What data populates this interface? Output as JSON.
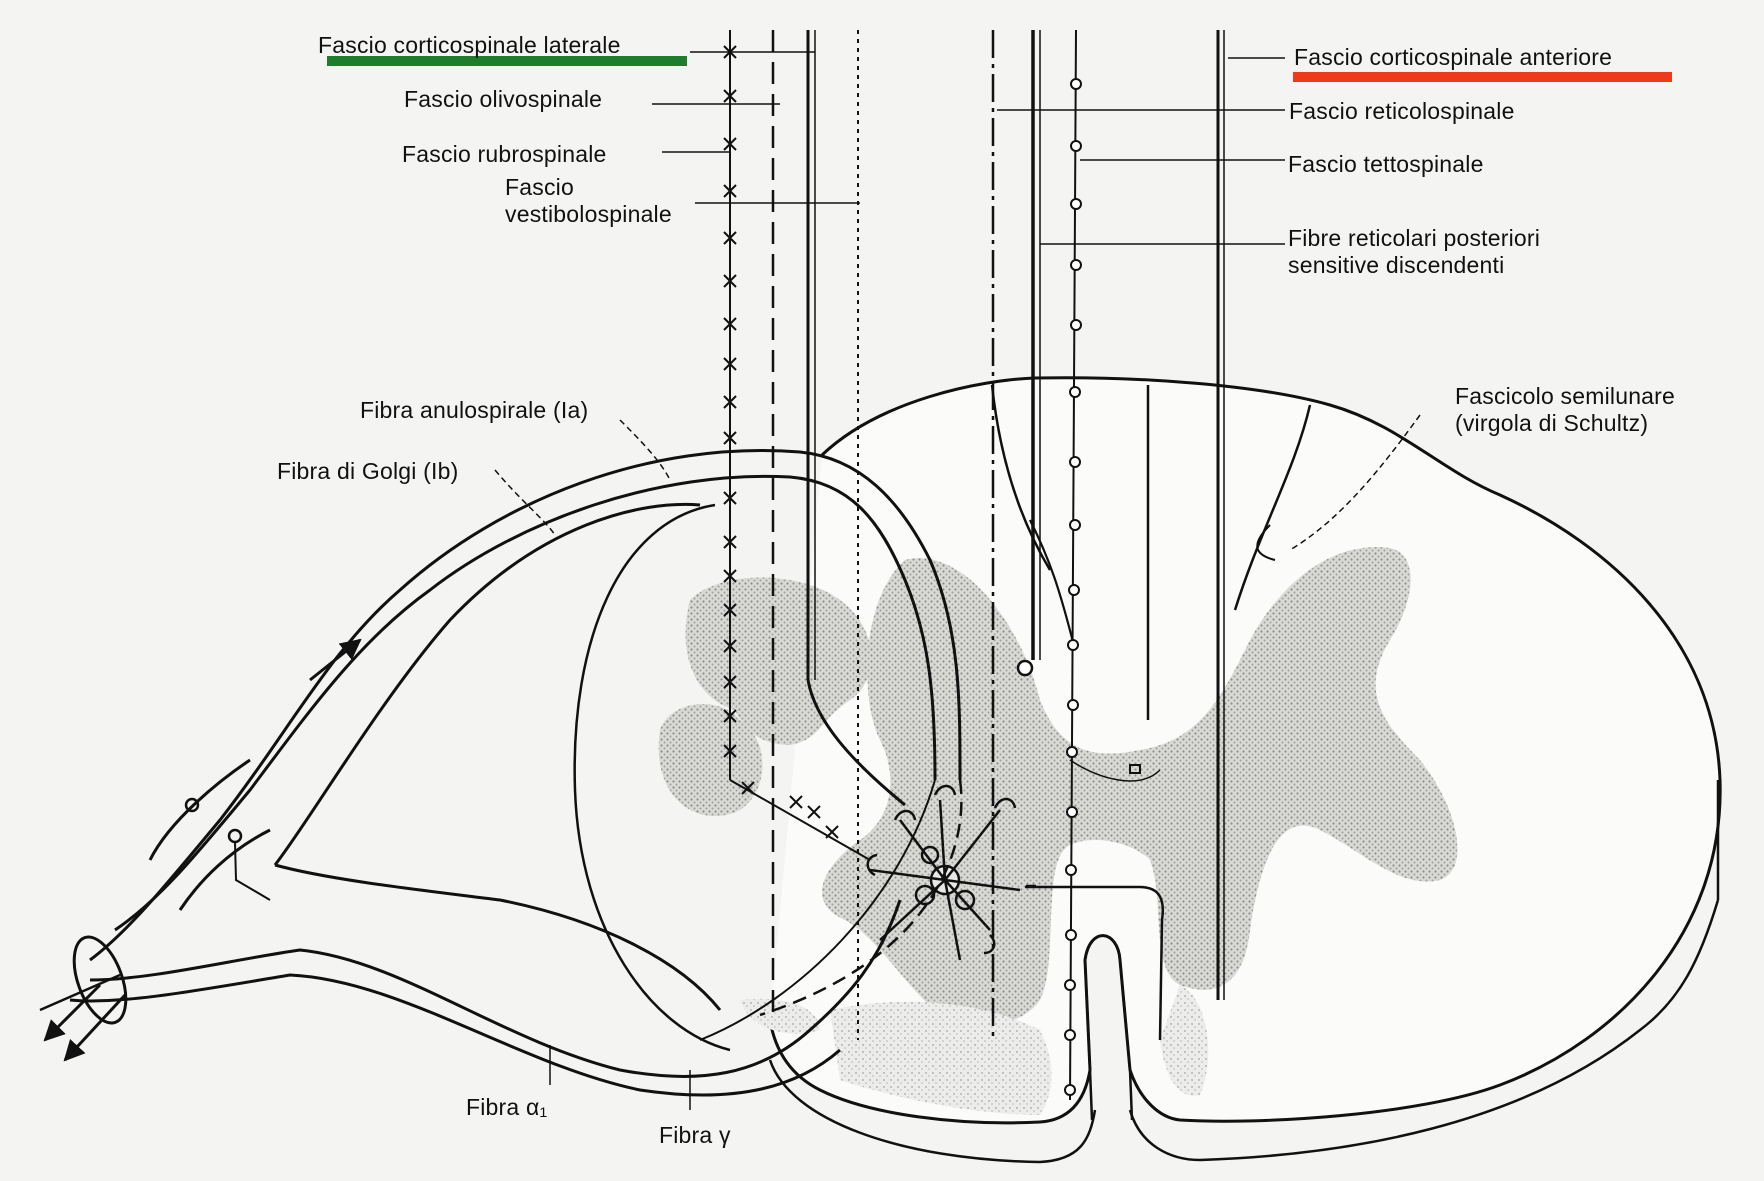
{
  "labels": {
    "corticospinale_laterale": "Fascio corticospinale laterale",
    "olivospinale": "Fascio olivospinale",
    "rubrospinale": "Fascio rubrospinale",
    "vestibolospinale": "Fascio\nvestibolospinale",
    "corticospinale_anteriore": "Fascio corticospinale anteriore",
    "reticolospinale": "Fascio reticolospinale",
    "tettospinale": "Fascio tettospinale",
    "fibre_reticolari": "Fibre reticolari posteriori\nsensitive discendenti",
    "fascicolo_semilunare": "Fascicolo semilunare\n(virgola di Schultz)",
    "fibra_anulospirale": "Fibra anulospirale (Ia)",
    "fibra_golgi": "Fibra di Golgi (Ib)",
    "fibra_alpha": "Fibra α₁",
    "fibra_gamma": "Fibra γ"
  },
  "highlight_colors": {
    "corticospinale_laterale": "#1e7d2c",
    "corticospinale_anteriore": "#ec3a1a"
  }
}
